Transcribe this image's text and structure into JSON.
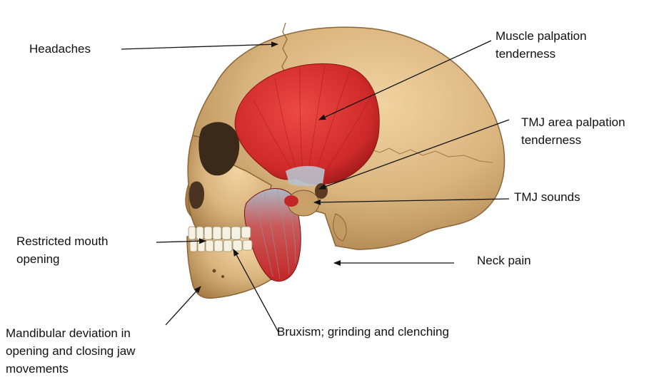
{
  "labels": {
    "headaches": [
      "Headaches"
    ],
    "muscle": [
      "Muscle palpation",
      "tenderness"
    ],
    "tmj_area": [
      "TMJ area palpation",
      "tenderness"
    ],
    "tmj_sounds": [
      "TMJ sounds"
    ],
    "restricted": [
      "Restricted mouth",
      "opening"
    ],
    "neck": [
      "Neck pain"
    ],
    "mandibular": [
      "Mandibular deviation in",
      "opening and closing jaw",
      "movements"
    ],
    "bruxism": [
      "Bruxism; grinding and clenching"
    ]
  },
  "colors": {
    "bone": "#d9b47e",
    "bone_shadow": "#a97e48",
    "cavity": "#3b2a1a",
    "muscle": "#cf2a2a",
    "muscle_dark": "#8f1414",
    "tendon": "#b9c2cc",
    "teeth": "#f5f1e3",
    "arrow": "#111111"
  }
}
